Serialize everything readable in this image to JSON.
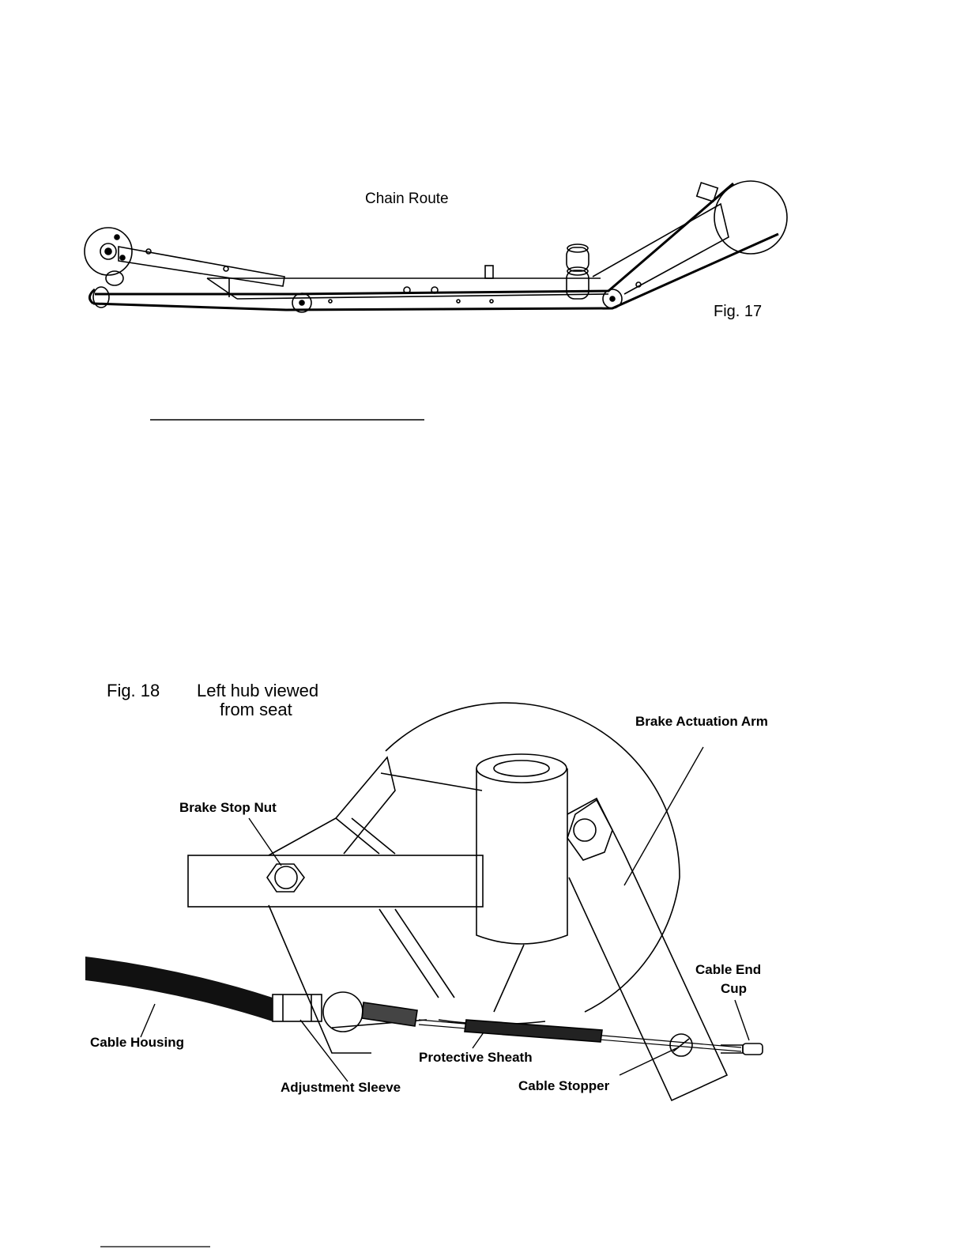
{
  "fig17": {
    "title": "Chain Route",
    "fig_label": "Fig. 17"
  },
  "fig18": {
    "fig_label": "Fig. 18",
    "caption_line1": "Left hub viewed",
    "caption_line2": "from seat",
    "labels": {
      "brake_actuation_arm": "Brake Actuation Arm",
      "brake_stop_nut": "Brake Stop Nut",
      "cable_end_cup_line1": "Cable End",
      "cable_end_cup_line2": "Cup",
      "cable_housing": "Cable Housing",
      "protective_sheath": "Protective Sheath",
      "adjustment_sleeve": "Adjustment Sleeve",
      "cable_stopper": "Cable Stopper"
    }
  },
  "colors": {
    "ink": "#000000",
    "paper": "#ffffff"
  }
}
